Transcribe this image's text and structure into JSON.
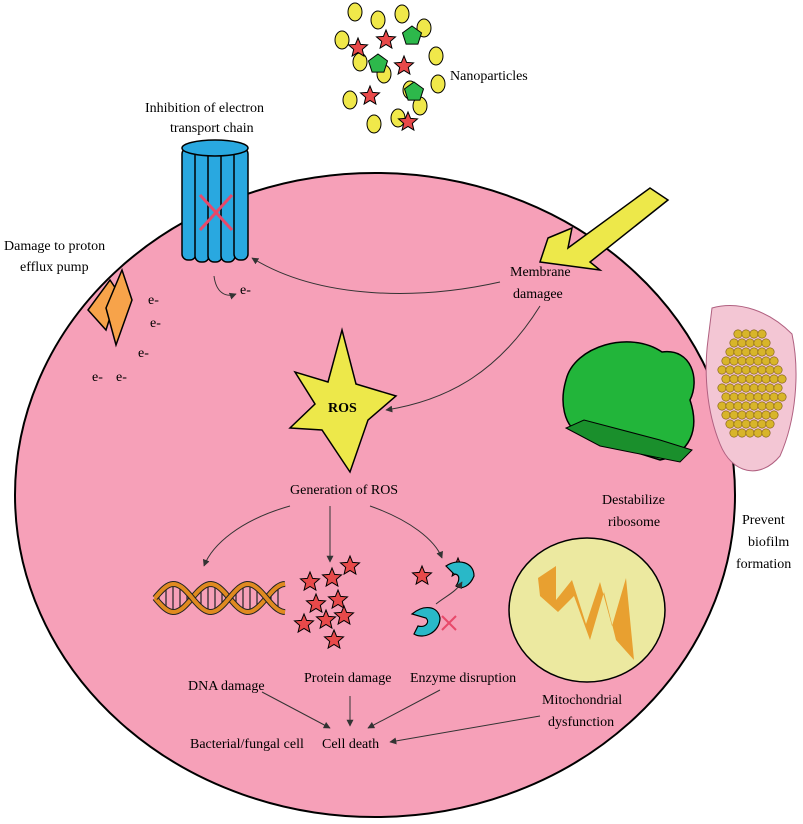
{
  "labels": {
    "nanoparticles": "Nanoparticles",
    "etc_line1": "Inhibition of electron",
    "etc_line2": "transport chain",
    "proton_line1": "Damage to proton",
    "proton_line2": "efflux pump",
    "membrane_line1": "Membrane",
    "membrane_line2": "damagee",
    "ros": "ROS",
    "generation_ros": "Generation of ROS",
    "ribosome_line1": "Destabilize",
    "ribosome_line2": "ribosome",
    "biofilm_line1": "Prevent",
    "biofilm_line2": "biofilm",
    "biofilm_line3": "formation",
    "dna_damage": "DNA damage",
    "protein_damage": "Protein damage",
    "enzyme_disruption": "Enzyme disruption",
    "mito_line1": "Mitochondrial",
    "mito_line2": "dysfunction",
    "cell_type": "Bacterial/fungal cell",
    "cell_death": "Cell death",
    "electron": "e-"
  },
  "colors": {
    "cell_fill": "#f6a0b8",
    "nanoparticle_circle": "#f0e84a",
    "nanoparticle_star": "#e8494a",
    "nanoparticle_pentagon": "#2db84b",
    "channel": "#29a8e0",
    "pump": "#f7a34a",
    "lightning": "#ede84a",
    "ros_star": "#ede84a",
    "ribosome": "#22b53a",
    "dna": "#e08a20",
    "mitochondria": "#ece9a0",
    "mito_crista": "#e8a030",
    "enzyme": "#29b8c8",
    "biofilm": "#f3c6d4",
    "biofilm_cell": "#d8b52a"
  }
}
